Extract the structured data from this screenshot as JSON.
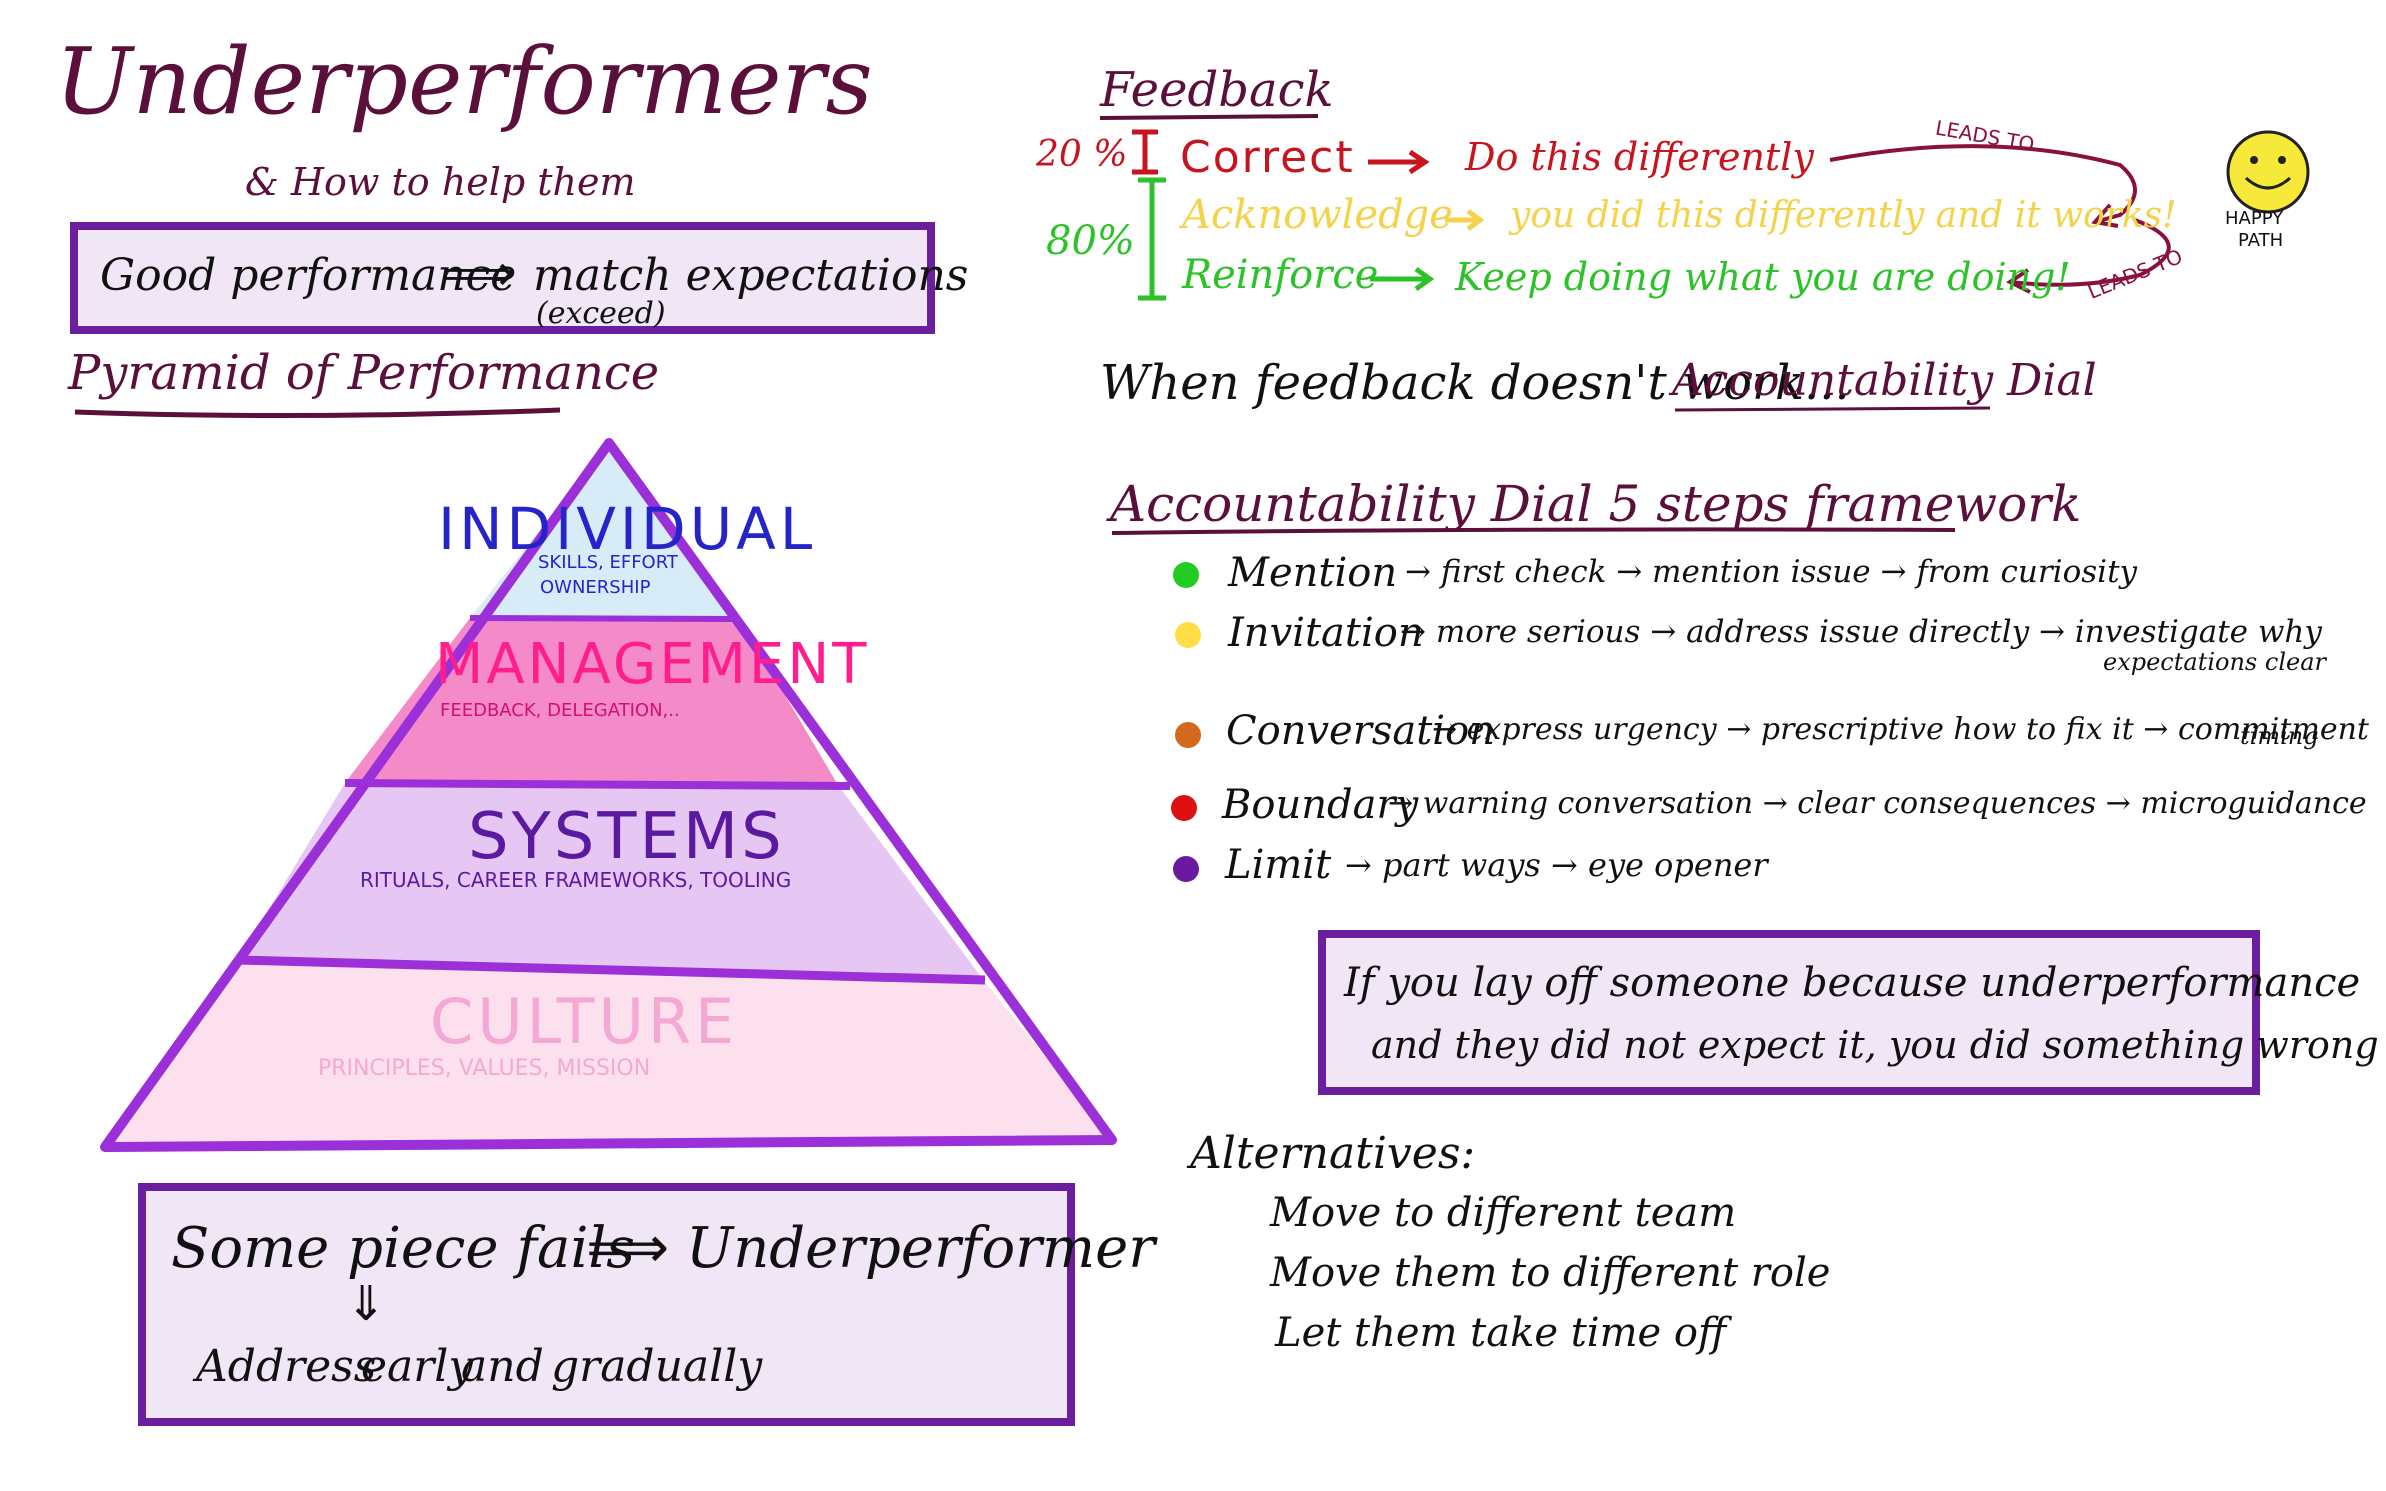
{
  "title": {
    "main": "Underperformers",
    "sub": "& How to help them"
  },
  "expectation_box": {
    "left": "Good performance",
    "arrow": "⟹",
    "right": "match expectations",
    "note": "(exceed)"
  },
  "pyramid": {
    "heading": "Pyramid of Performance",
    "levels": [
      {
        "name": "INDIVIDUAL",
        "detail_1": "SKILLS, EFFORT",
        "detail_2": "OWNERSHIP"
      },
      {
        "name": "MANAGEMENT",
        "detail_1": "FEEDBACK, DELEGATION,.."
      },
      {
        "name": "SYSTEMS",
        "detail_1": "RITUALS, CAREER FRAMEWORKS, TOOLING"
      },
      {
        "name": "CULTURE",
        "detail_1": "PRINCIPLES, VALUES, MISSION"
      }
    ]
  },
  "fail_box": {
    "line1_a": "Some piece fails",
    "arrow": "⟹",
    "line1_b": "Underperformer",
    "down_arrow": "⇓",
    "line2_a": "Address",
    "line2_b": "early",
    "line2_c": "and",
    "line2_d": "gradually"
  },
  "feedback": {
    "heading": "Feedback",
    "pct_20": "20 %",
    "pct_80": "80%",
    "rows": [
      {
        "label": "Correct",
        "arrow": "→",
        "text": "Do this differently"
      },
      {
        "label": "Acknowledge",
        "arrow": "→",
        "text": "you did this differently and it works!"
      },
      {
        "label": "Reinforce",
        "arrow": "→",
        "text": "Keep doing what you are doing!"
      }
    ],
    "leads_to_1": "LEADS TO",
    "leads_to_2": "LEADS TO",
    "smiley": "☺",
    "happy_path_1": "HAPPY",
    "happy_path_2": "PATH"
  },
  "when_feedback": {
    "text": "When feedback doesn't work...",
    "link": "Accountability Dial"
  },
  "dial": {
    "heading": "Accountability Dial 5 steps framework",
    "steps": [
      {
        "name": "Mention",
        "text": "→ first check → mention issue → from curiosity",
        "extra": ""
      },
      {
        "name": "Invitation",
        "text": "→ more serious → address issue directly → investigate why",
        "extra": "expectations clear"
      },
      {
        "name": "Conversation",
        "text": "→ express urgency → prescriptive how to fix it → commitment",
        "extra": "timing"
      },
      {
        "name": "Boundary",
        "text": "→ warning conversation → clear consequences → microguidance",
        "extra": ""
      },
      {
        "name": "Limit",
        "text": "→ part ways → eye opener",
        "extra": ""
      }
    ]
  },
  "layoff_box": {
    "line1": "If you lay off someone because underperformance",
    "line2": "and they did not expect it, you did something wrong"
  },
  "alternatives": {
    "heading": "Alternatives:",
    "items": [
      "Move to different team",
      "Move them to different role",
      "Let them take time off"
    ]
  },
  "colors": {
    "title": "#5b0f3b",
    "box_border": "#6a1f9e",
    "box_fill": "#f0e6f6",
    "correct_red": "#c8141e",
    "acknowledge_yellow": "#f2d34a",
    "reinforce_green": "#2ec22a",
    "individual_blue": "#2424c8",
    "management_pink": "#ff1e8c",
    "systems_purple": "#5a1aa0",
    "culture_pink": "#f4a8d4",
    "dot_green": "#22cc22",
    "dot_yellow": "#ffdd44",
    "dot_orange": "#d2691e",
    "dot_red": "#dd1111",
    "dot_purple": "#6a1aa0"
  }
}
